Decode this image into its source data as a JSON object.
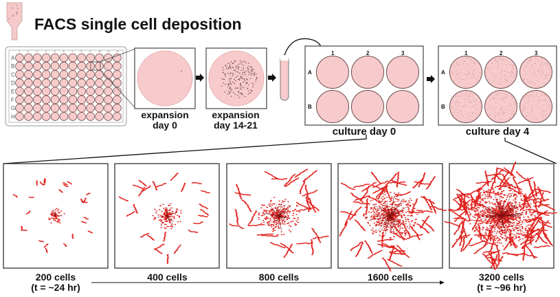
{
  "title": "FACS single cell deposition",
  "plate96": {
    "rows": [
      "A",
      "B",
      "C",
      "D",
      "E",
      "F",
      "G",
      "H"
    ],
    "columns": 12
  },
  "steps": [
    {
      "label": "expansion\nday 0"
    },
    {
      "label": "expansion\nday 14-21"
    },
    {
      "label": "culture day 0"
    },
    {
      "label": "culture day 4"
    }
  ],
  "plate6": {
    "rows": [
      "A",
      "B"
    ],
    "columns": [
      "1",
      "2",
      "3"
    ]
  },
  "simulation": [
    {
      "label": "200 cells",
      "sub": "(t = ~24 hr)",
      "cells": 200
    },
    {
      "label": "400 cells",
      "sub": "",
      "cells": 400
    },
    {
      "label": "800 cells",
      "sub": "",
      "cells": 800
    },
    {
      "label": "1600 cells",
      "sub": "",
      "cells": 1600
    },
    {
      "label": "3200 cells",
      "sub": "(t = ~96 hr)",
      "cells": 3200
    }
  ],
  "colors": {
    "well": "#f7cbcc",
    "well_stroke": "#6b4a4a",
    "cell": "#e0201c",
    "ink": "#111111"
  }
}
